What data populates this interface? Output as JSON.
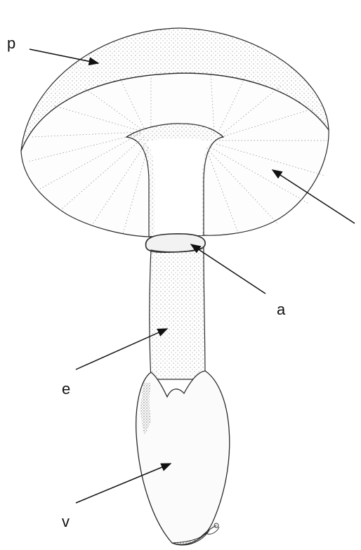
{
  "labels": {
    "p": "p",
    "a": "a",
    "e": "e",
    "v": "v"
  },
  "colors": {
    "ink": "#2a2a2a",
    "paper": "#ffffff"
  }
}
